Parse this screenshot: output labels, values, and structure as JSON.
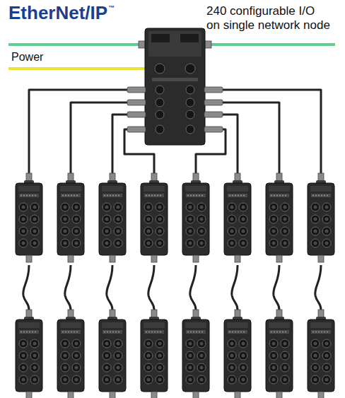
{
  "diagram": {
    "labels": [
      "EtherNet/IP",
      "™",
      "240 configurable I/O on single network node",
      "Power"
    ]
  }
}
